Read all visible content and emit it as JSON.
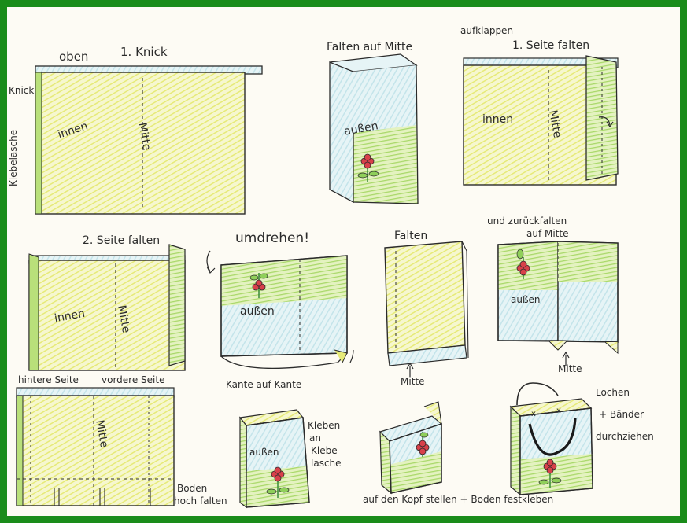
{
  "colors": {
    "frame": "#1a8c1a",
    "paper": "#fdfbf4",
    "yellow": "#eef09a",
    "green": "#b9e07a",
    "blue": "#cfe9ef",
    "flower_red": "#d8404a",
    "ink": "#2b2b2b"
  },
  "labels": {
    "oben": "oben",
    "knick1": "1. Knick",
    "knick": "Knick",
    "klebelasche": "Klebelasche",
    "innen": "innen",
    "mitte": "Mitte",
    "falten_auf_mitte": "Falten auf Mitte",
    "aufklappen": "aufklappen",
    "seite1_falten": "1. Seite falten",
    "aussen": "außen",
    "seite2_falten": "2. Seite falten",
    "umdrehen": "umdrehen!",
    "kante_auf_kante": "Kante auf Kante",
    "falten": "Falten",
    "und_zurueckfalten": "und zurückfalten",
    "auf_mitte": "auf Mitte",
    "hintere_seite": "hintere Seite",
    "vordere_seite": "vordere Seite",
    "boden": "Boden",
    "hoch_falten": "hoch falten",
    "kleben": "Kleben",
    "an": "an",
    "klebe": "Klebe-",
    "lasche": "lasche",
    "auf_kopf_stellen": "auf den Kopf stellen + Boden festkleben",
    "lochen": "Lochen",
    "baender": "+ Bänder",
    "durchziehen": "durchziehen"
  }
}
